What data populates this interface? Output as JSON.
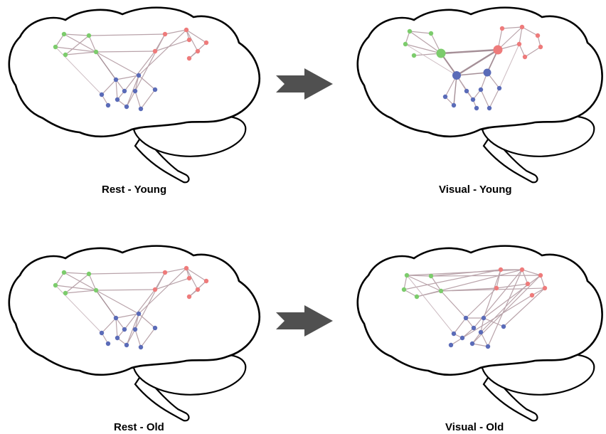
{
  "panels": {
    "rest_young": {
      "label": "Rest - Young"
    },
    "visual_young": {
      "label": "Visual - Young"
    },
    "rest_old": {
      "label": "Rest - Old"
    },
    "visual_old": {
      "label": "Visual - Old"
    }
  },
  "colors": {
    "green": "#7ccc6c",
    "red": "#ee7b7b",
    "blue": "#5a6bb8",
    "edge": "#b9a3aa",
    "edge_strong": "#a58f97",
    "arrow": "#505050",
    "outline": "#000000"
  },
  "icons": {
    "arrow": "right-arrow-icon"
  }
}
